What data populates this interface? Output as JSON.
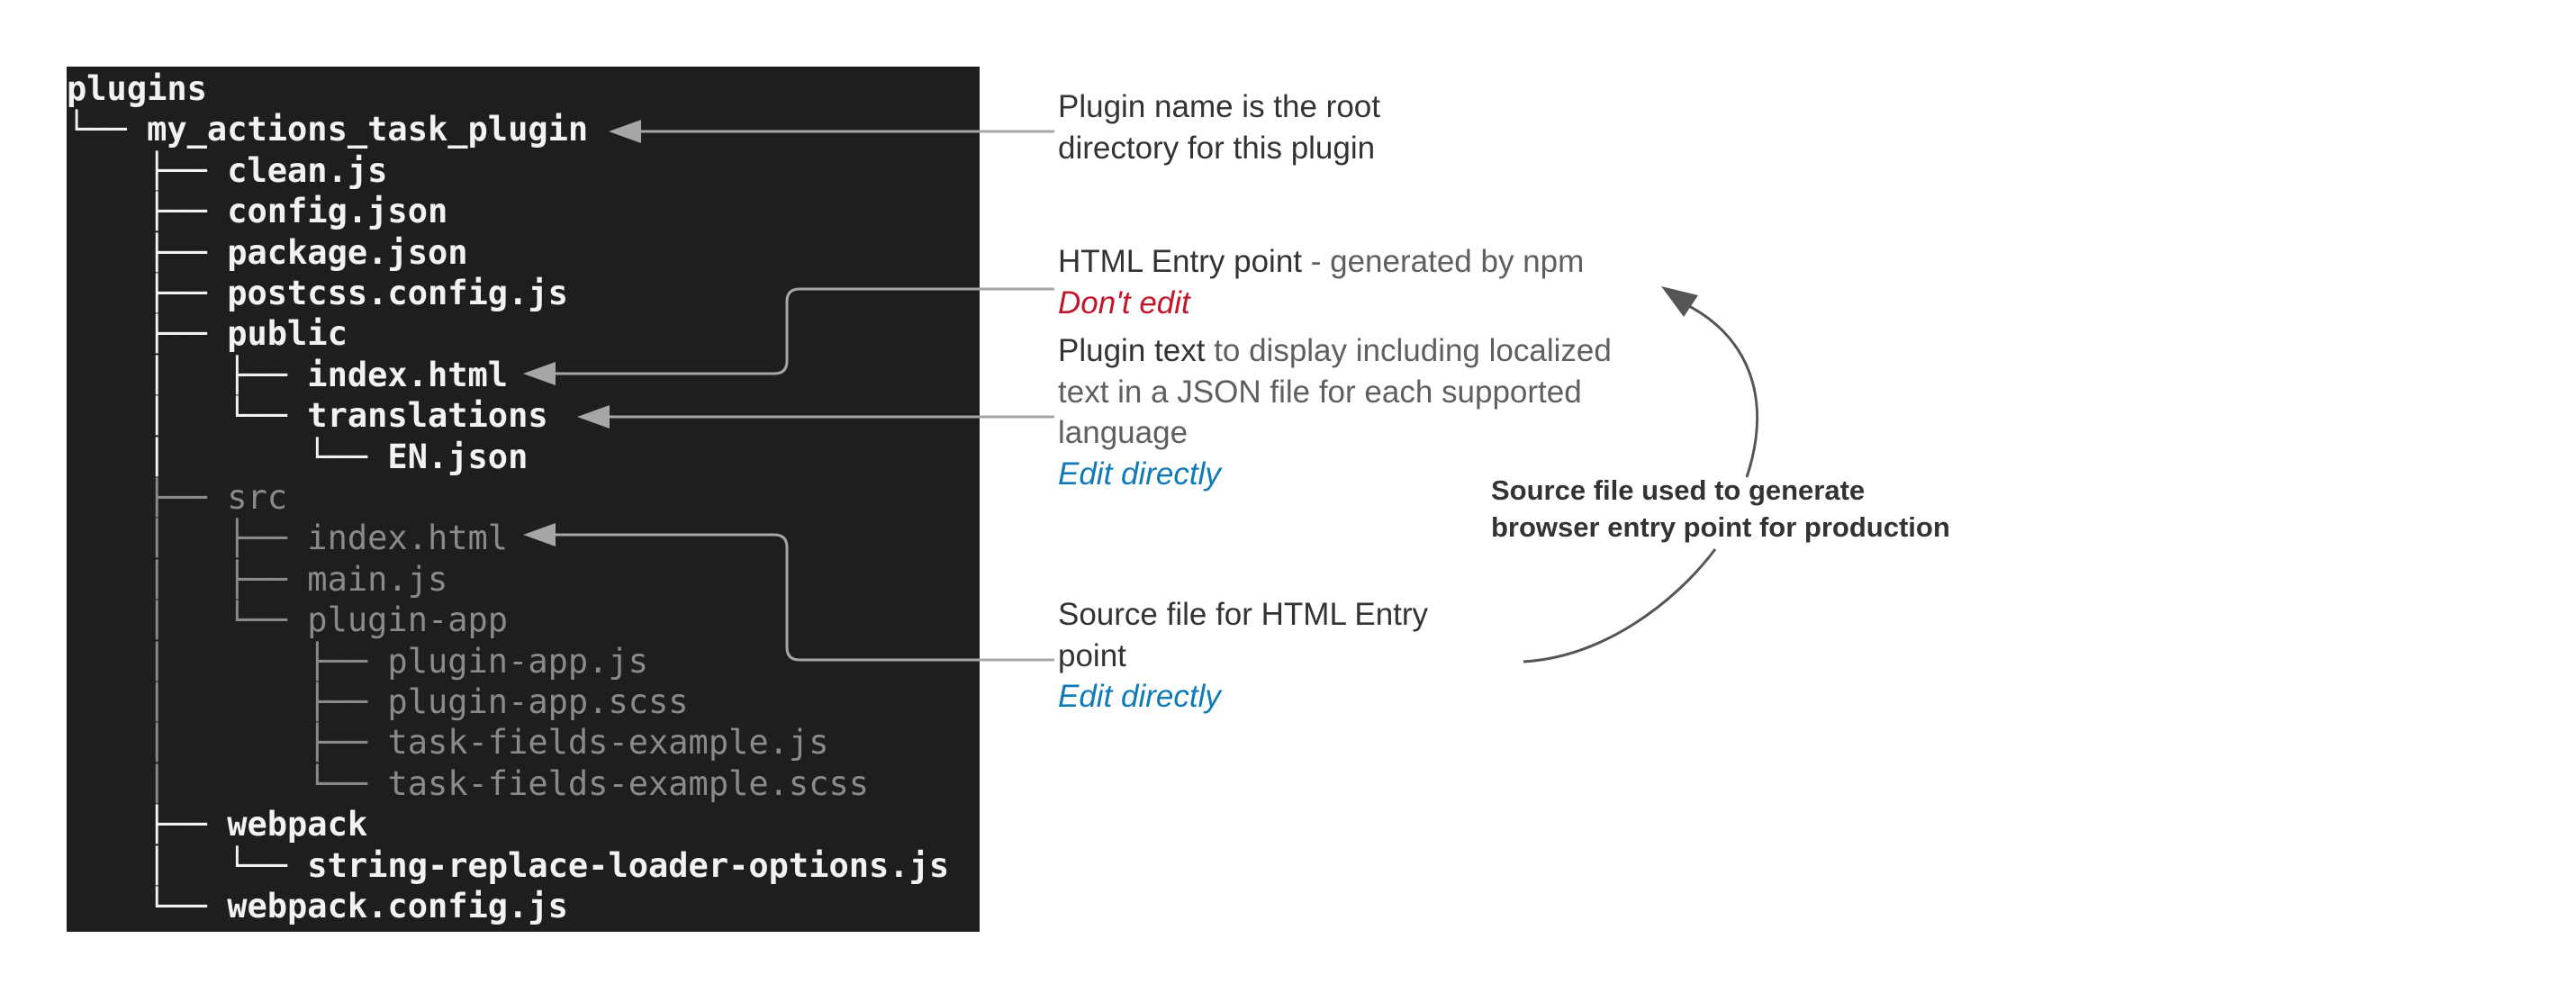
{
  "tree": [
    {
      "text": "plugins",
      "dim": false
    },
    {
      "text": "└── my_actions_task_plugin",
      "dim": false
    },
    {
      "text": "    ├── clean.js",
      "dim": false
    },
    {
      "text": "    ├── config.json",
      "dim": false
    },
    {
      "text": "    ├── package.json",
      "dim": false
    },
    {
      "text": "    ├── postcss.config.js",
      "dim": false
    },
    {
      "text": "    ├── public",
      "dim": false
    },
    {
      "text": "    │   ├── index.html",
      "dim": false
    },
    {
      "text": "    │   └── translations",
      "dim": false
    },
    {
      "text": "    │       └── EN.json",
      "dim": false
    },
    {
      "text": "    ├── src",
      "dim": true
    },
    {
      "text": "    │   ├── index.html",
      "dim": true
    },
    {
      "text": "    │   ├── main.js",
      "dim": true
    },
    {
      "text": "    │   └── plugin-app",
      "dim": true
    },
    {
      "text": "    │       ├── plugin-app.js",
      "dim": true
    },
    {
      "text": "    │       ├── plugin-app.scss",
      "dim": true
    },
    {
      "text": "    │       ├── task-fields-example.js",
      "dim": true
    },
    {
      "text": "    │       └── task-fields-example.scss",
      "dim": true
    },
    {
      "text": "    ├── webpack",
      "dim": false
    },
    {
      "text": "    │   └── string-replace-loader-options.js",
      "dim": false
    },
    {
      "text": "    └── webpack.config.js",
      "dim": false
    }
  ],
  "notes": {
    "plugin_name": {
      "line1": "Plugin name is the root",
      "line2": "directory for this plugin"
    },
    "html_entry": {
      "title": "HTML Entry point",
      "subtitle": " - generated by npm",
      "warning": "Don't edit"
    },
    "plugin_text": {
      "title": "Plugin text",
      "rest1": " to display including localized",
      "line2": "text in a JSON file for each supported",
      "line3": "language",
      "action": "Edit directly"
    },
    "source_file": {
      "line1": "Source file for HTML Entry",
      "line2": "point",
      "action": "Edit directly"
    },
    "generation": {
      "line1": "Source file used to generate",
      "line2": "browser entry point for production"
    }
  },
  "colors": {
    "panel_bg": "#1e1e1e",
    "file_text": "#f2f2f2",
    "src_text": "#8a8a8a",
    "connector": "#a6a6a6",
    "curve_arrow": "#555555",
    "warning": "#c0172a",
    "action": "#0f7ab8"
  }
}
